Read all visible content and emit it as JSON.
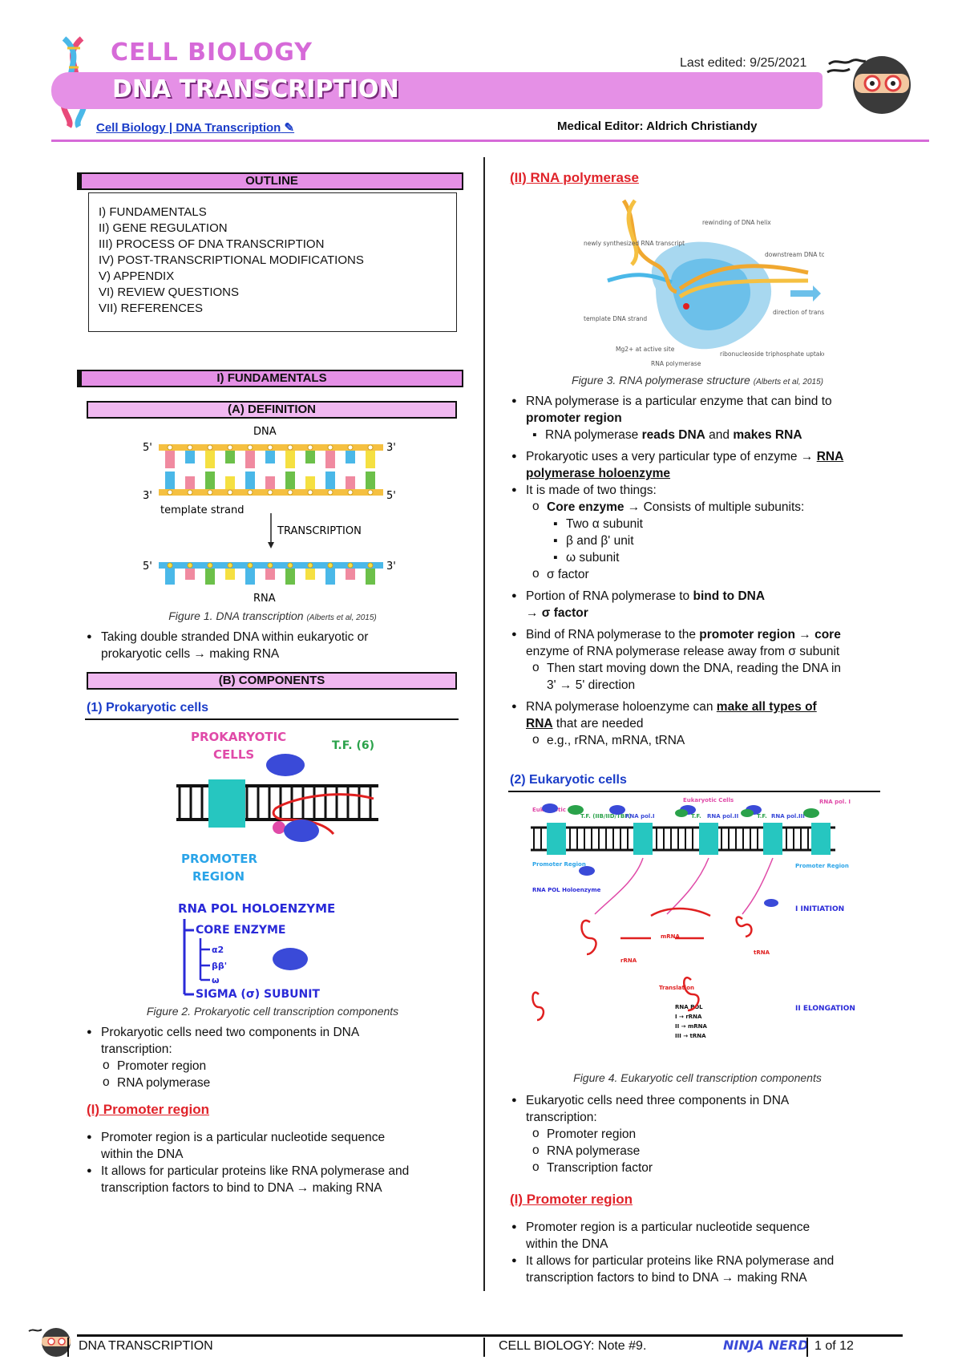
{
  "header": {
    "subject": "CELL BIOLOGY",
    "topic": "DNA TRANSCRIPTION",
    "last_edited": "Last edited: 9/25/2021",
    "breadcrumb": "Cell Biology | DNA Transcription",
    "medical_editor": "Medical Editor: Aldrich Christiandy"
  },
  "outline": {
    "title": "OUTLINE",
    "items": [
      "I) FUNDAMENTALS",
      "II) GENE REGULATION",
      "III) PROCESS OF DNA TRANSCRIPTION",
      "IV) POST-TRANSCRIPTIONAL MODIFICATIONS",
      "V) APPENDIX",
      "VI) REVIEW QUESTIONS",
      "VII) REFERENCES"
    ]
  },
  "left": {
    "section1": "I) FUNDAMENTALS",
    "defA": "(A)  DEFINITION",
    "fig1": {
      "dna": "DNA",
      "p5a": "5'",
      "p3a": "3'",
      "p3b": "3'",
      "p5b": "5'",
      "template": "template strand",
      "transcription": "TRANSCRIPTION",
      "r5": "5'",
      "r3": "3'",
      "rna": "RNA"
    },
    "fig1_caption": "Figure 1. DNA transcription",
    "fig1_cite": "(Alberts et al, 2015)",
    "def_bullet_1": "Taking double stranded DNA within eukaryotic or",
    "def_bullet_2": "prokaryotic cells → making RNA",
    "compB": "(B)  COMPONENTS",
    "prok_head": "(1)  Prokaryotic cells",
    "fig2": {
      "prok": "PROKARYOTIC",
      "cells": "CELLS",
      "tf": "T.F. (6)",
      "promoter": "PROMOTER",
      "region": "REGION",
      "holo": "RNA POL HOLOENZYME",
      "core": "CORE ENZYME",
      "a2": "α2",
      "b": "ββ'",
      "w": "ω",
      "sigma": "SIGMA (σ) SUBUNIT"
    },
    "fig2_caption": "Figure 2. Prokaryotic cell transcription components",
    "prok_b1a": "Prokaryotic cells need two components in DNA",
    "prok_b1b": "transcription:",
    "prok_o1": "Promoter region",
    "prok_o2": "RNA polymerase",
    "promoter_head": "(I)  Promoter region",
    "pr_b1a": "Promoter region is a particular nucleotide sequence",
    "pr_b1b": "within the DNA",
    "pr_b2a": "It allows for particular proteins like RNA polymerase and",
    "pr_b2b": "transcription factors to bind to DNA → making RNA"
  },
  "right": {
    "rnap_head": "(II)  RNA polymerase",
    "fig3_caption": "Figure 3. RNA polymerase structure",
    "fig3_cite": "(Alberts et al, 2015)",
    "fig3": {
      "l1": "newly synthesized RNA transcript",
      "l2": "rewinding of DNA helix",
      "l3": "downstream DNA to be unwound",
      "l4": "direction of transcription",
      "l5": "template DNA strand",
      "l6": "Mg2+ at active site",
      "l7": "RNA polymerase",
      "l8": "ribonucleoside triphosphate uptake channel"
    },
    "r_b1a": "RNA polymerase is a particular enzyme that can bind to",
    "r_b1b": "promoter region",
    "r_sq1a": "RNA polymerase",
    "r_sq1b": "reads DNA",
    "r_sq1c": "and",
    "r_sq1d": "makes RNA",
    "r_b2a": "Prokaryotic uses a very particular type of enzyme →",
    "r_b2b": "RNA",
    "r_b2c": "polymerase holoenzyme",
    "r_b3": "It is made of two things:",
    "r_o1a": "Core enzyme",
    "r_o1b": "→ Consists of multiple subunits:",
    "r_s1": "Two α subunit",
    "r_s2": "β and β' unit",
    "r_s3": "ω subunit",
    "r_o2": "σ factor",
    "r_b4a": "Portion of RNA polymerase to",
    "r_b4b": "bind to DNA",
    "r_b4c": "→ σ factor",
    "r_b5a": "Bind of RNA polymerase to the",
    "r_b5b": "promoter region",
    "r_b5c": "→ core",
    "r_b5d": "enzyme of RNA polymerase release away from σ subunit",
    "r_o3a": "Then start moving down the DNA, reading the DNA in",
    "r_o3b": "3' → 5' direction",
    "r_b6a": "RNA polymerase holoenzyme can",
    "r_b6b": "make all types of",
    "r_b6c": "RNA",
    "r_b6d": "that are needed",
    "r_o4": "e.g., rRNA, mRNA, tRNA",
    "euk_head": "(2)  Eukaryotic cells",
    "fig4": {
      "t1": "Eukaryotic Cells",
      "t2": "Eukaryotic Cells",
      "t3": "T.F. (IIB/IID/TBP)",
      "t4": "RNA pol.I",
      "t5": "T.F.",
      "t6": "RNA pol.II",
      "t7": "T.F.",
      "t8": "RNA pol.III",
      "t9": "RNA pol. I",
      "t10": "Promoter Region",
      "t11": "Promoter Region",
      "t12": "RNA POL Holoenzyme",
      "t13": "I  INITIATION",
      "t14": "II  ELONGATION",
      "t15": "mRNA",
      "t16": "rRNA",
      "t17": "tRNA",
      "t18": "RNA POL",
      "t19": "I → rRNA",
      "t20": "II → mRNA",
      "t21": "III → tRNA",
      "t22": "Translation"
    },
    "fig4_caption": "Figure 4. Eukaryotic cell transcription components",
    "e_b1a": "Eukaryotic cells need three components in DNA",
    "e_b1b": "transcription:",
    "e_o1": "Promoter region",
    "e_o2": "RNA polymerase",
    "e_o3": "Transcription factor",
    "epr_head": "(I)  Promoter region",
    "epr_b1a": "Promoter region is a particular nucleotide sequence",
    "epr_b1b": "within the DNA",
    "epr_b2a": "It allows for particular proteins like RNA polymerase and",
    "epr_b2b": "transcription factors to bind to DNA → making RNA"
  },
  "footer": {
    "left": "DNA TRANSCRIPTION",
    "mid": "CELL BIOLOGY: Note  #9.",
    "logo": "NINJA NERD",
    "page": "1 of 12"
  }
}
